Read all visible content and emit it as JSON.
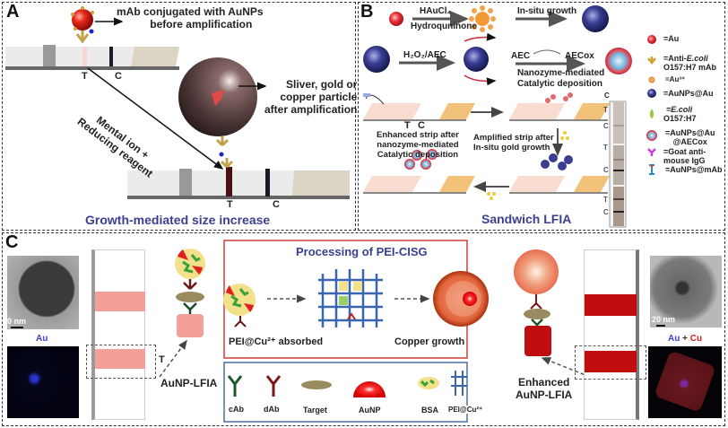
{
  "figure": {
    "panelA": {
      "label": "A",
      "top_annotation_line1": "mAb conjugated with AuNPs",
      "top_annotation_line2": "before amplification",
      "particle_annotation_line1": "Sliver, gold or",
      "particle_annotation_line2": "copper particle",
      "particle_annotation_line3": "after amplification",
      "arrow_label_line1": "Mental ion +",
      "arrow_label_line2": "Reducing reagent",
      "strip_T": "T",
      "strip_C": "C",
      "title": "Growth-mediated size increase"
    },
    "panelB": {
      "label": "B",
      "step1_top": "HAuCl₄",
      "step1_bottom": "Hydroquninone",
      "step2": "In-situ growth",
      "step3": "H₂O₂/AEC",
      "aec": "AEC",
      "aecox": "AECox",
      "step4_line1": "Nanozyme-mediated",
      "step4_line2": "Catalytic deposition",
      "strip_T": "T",
      "strip_C": "C",
      "enhanced_line1": "Enhanced strip after",
      "enhanced_line2": "nanozyme-mediated",
      "enhanced_line3": "Catalytic deposition",
      "amplified_line1": "Amplified strip after",
      "amplified_line2": "In-situ gold growth",
      "photo_strip_labels": [
        "T",
        "C",
        "T",
        "C",
        "T",
        "C"
      ],
      "photo_strip_top": "C",
      "title": "Sandwich LFIA",
      "legend": [
        {
          "label": "=Au"
        },
        {
          "label": "=Anti-E.coli O157:H7 mAb",
          "line1": "=Anti-",
          "italic": "E.coli",
          "line2": "O157:H7 mAb"
        },
        {
          "label": "=Au³⁺"
        },
        {
          "label": "=AuNPs@Au"
        },
        {
          "label": "=E.coli O157:H7",
          "italic": "=E.coli",
          "line2": "O157:H7"
        },
        {
          "label": "=AuNPs@Au @AECox",
          "line1": "=AuNPs@Au",
          "line2": "@AECox"
        },
        {
          "label": "=Goat anti-mouse IgG",
          "line1": "=Goat anti-",
          "line2": "mouse IgG"
        },
        {
          "label": "=AuNPs@mAb"
        }
      ]
    },
    "panelC": {
      "label": "C",
      "tem_left_scale": "0 nm",
      "tem_left_element": "Au",
      "tem_right_scale": "20 nm",
      "tem_right_element_au": "Au",
      "tem_right_plus": " + ",
      "tem_right_element_cu": "Cu",
      "strip_T": "T",
      "left_label": "AuNP-LFIA",
      "right_label_line1": "Enhanced",
      "right_label_line2": "AuNP-LFIA",
      "process_title": "Processing of PEI-CISG",
      "process_step1": "PEI@Cu²⁺ absorbed",
      "process_step2": "Copper growth",
      "legend": [
        {
          "label": "cAb"
        },
        {
          "label": "dAb"
        },
        {
          "label": "Target"
        },
        {
          "label": "AuNP"
        },
        {
          "label": "BSA"
        },
        {
          "label": "PEI@Cu²⁺"
        }
      ]
    },
    "colors": {
      "title_blue": "#3b3f8f",
      "process_border": "#d23b3b",
      "legend_border": "#4a6fa5",
      "strip_pink": "#f4a09a",
      "strip_red": "#c00d0d",
      "copper": "#e2643a",
      "au_red": "#e01818",
      "navy_particle": "#2e2f7a"
    }
  }
}
